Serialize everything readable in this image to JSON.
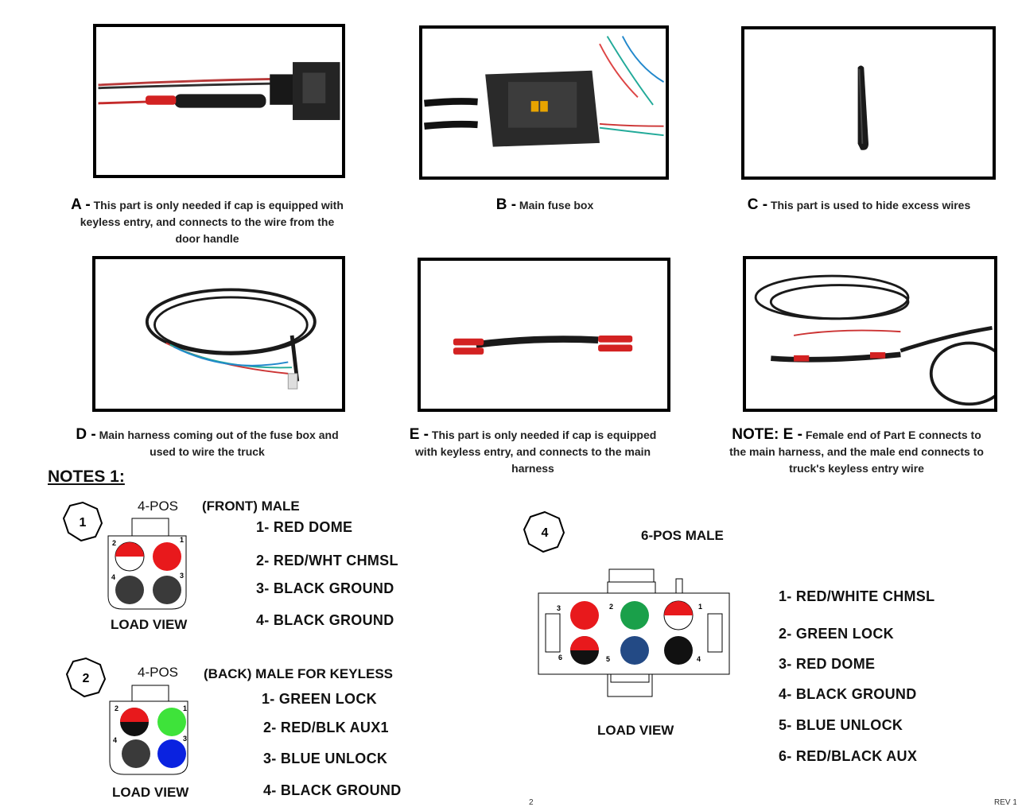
{
  "parts": [
    {
      "letter": "A -",
      "text": "This part is only needed if cap is equipped with keyless entry, and connects to the wire from the door handle"
    },
    {
      "letter": "B -",
      "text": "Main fuse box"
    },
    {
      "letter": "C -",
      "text": "This part is used to hide excess wires"
    },
    {
      "letter": "D -",
      "text": "Main harness coming out of the fuse box and used to wire the truck"
    },
    {
      "letter": "E -",
      "text": "This part is only needed if cap is equipped with keyless entry, and connects to the main harness"
    },
    {
      "letter": "NOTE: E -",
      "text": "Female end of Part E connects to the main harness, and the male end connects to truck's keyless entry wire"
    }
  ],
  "notes_title": "NOTES 1:",
  "connectors": {
    "c1": {
      "number": "1",
      "pos": "4-POS",
      "heading": "(FRONT) MALE",
      "view": "LOAD VIEW",
      "pins": [
        "1- RED DOME",
        "2- RED/WHT CHMSL",
        "3- BLACK GROUND",
        "4- BLACK GROUND"
      ],
      "pin_numbers": [
        "1",
        "2",
        "3",
        "4"
      ]
    },
    "c2": {
      "number": "2",
      "pos": "4-POS",
      "heading": "(BACK) MALE FOR KEYLESS",
      "view": "LOAD VIEW",
      "pins": [
        "1- GREEN LOCK",
        "2- RED/BLK AUX1",
        "3- BLUE UNLOCK",
        "4- BLACK GROUND"
      ],
      "pin_numbers": [
        "1",
        "2",
        "3",
        "4"
      ]
    },
    "c4": {
      "number": "4",
      "heading": "6-POS MALE",
      "view": "LOAD VIEW",
      "pins": [
        "1- RED/WHITE CHMSL",
        "2- GREEN LOCK",
        "3- RED DOME",
        "4- BLACK GROUND",
        "5- BLUE UNLOCK",
        "6- RED/BLACK AUX"
      ],
      "pin_numbers": [
        "1",
        "2",
        "3",
        "4",
        "5",
        "6"
      ]
    }
  },
  "colors": {
    "red": "#e8191c",
    "green": "#1aa04a",
    "bright_green": "#3ee33a",
    "blue": "#0a22e0",
    "navy": "#234a85",
    "black": "#111111",
    "dark_gray": "#3a3a3a",
    "white": "#ffffff"
  },
  "footer": {
    "page": "2",
    "rev": "REV 1"
  }
}
